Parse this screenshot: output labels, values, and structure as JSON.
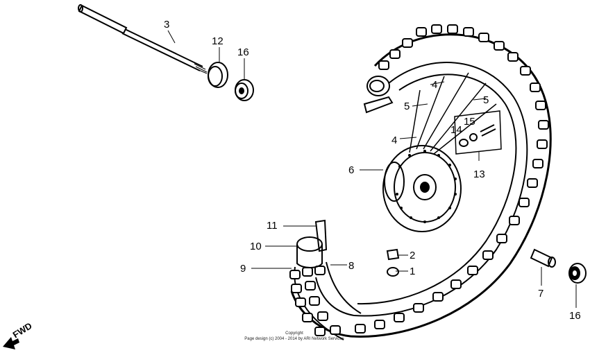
{
  "callouts": [
    "1",
    "2",
    "3",
    "4",
    "4",
    "5",
    "5",
    "6",
    "7",
    "8",
    "9",
    "10",
    "11",
    "12",
    "13",
    "14",
    "15",
    "16",
    "16"
  ],
  "direction_label": "FWD",
  "copyright": {
    "line1": "Copyright",
    "line2": "Page design (c) 2004 - 2014 by ARI Network Services"
  },
  "colors": {
    "ink": "#000000",
    "paper": "#ffffff"
  },
  "icons": {
    "direction": "arrow-left-down-icon"
  }
}
